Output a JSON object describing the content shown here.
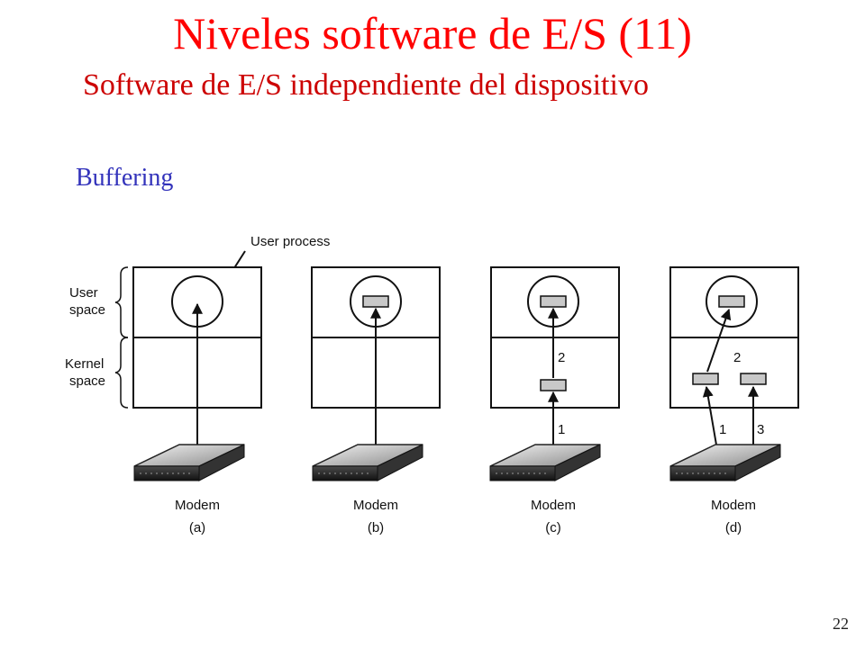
{
  "slide": {
    "title": "Niveles software de E/S (11)",
    "subtitle": "Software de E/S independiente del dispositivo",
    "topic": "Buffering",
    "page_number": "22"
  },
  "diagram": {
    "callout": "User process",
    "user_space": [
      "User",
      "space"
    ],
    "kernel_space": [
      "Kernel",
      "space"
    ],
    "device_label": "Modem",
    "panels": [
      {
        "caption": "(a)"
      },
      {
        "caption": "(b)"
      },
      {
        "caption": "(c)",
        "arrow_labels": [
          "1",
          "2"
        ]
      },
      {
        "caption": "(d)",
        "arrow_labels": [
          "1",
          "2",
          "3"
        ]
      }
    ]
  }
}
